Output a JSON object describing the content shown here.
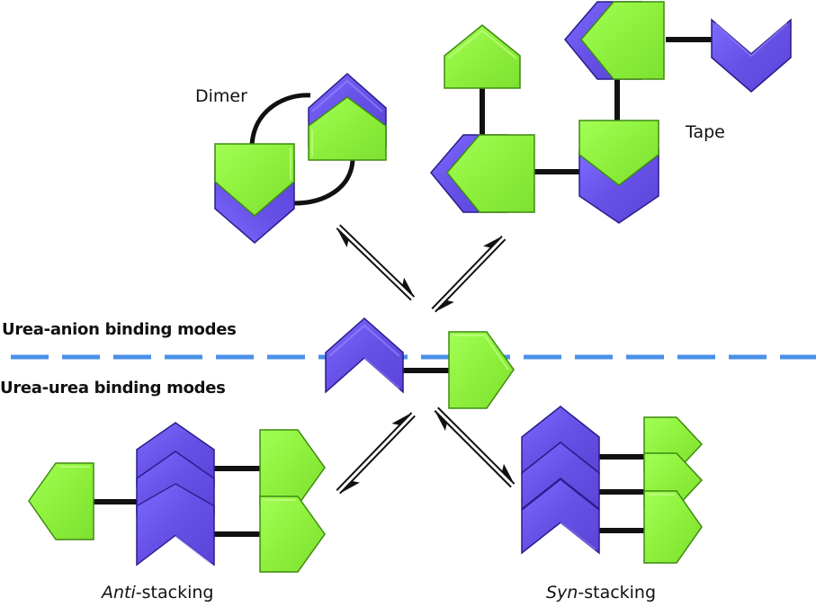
{
  "colors": {
    "anion_chevron": "#6650e6",
    "anion_chevron_light": "#9a8cff",
    "anion_chevron_dark": "#2a1d8a",
    "urea_pentagon": "#8ef03c",
    "urea_pentagon_light": "#c4ff8a",
    "urea_pentagon_dark": "#3e8a10",
    "bond": "#111111",
    "divider": "#4a90e8",
    "arrow": "#111111"
  },
  "labels": {
    "dimer": "Dimer",
    "tape": "Tape",
    "urea_anion": "Urea-anion binding modes",
    "urea_urea": "Urea-urea binding modes",
    "anti_prefix": "Anti",
    "anti_suffix": "-stacking",
    "syn_prefix": "Syn",
    "syn_suffix": "-stacking"
  },
  "legend": {
    "chevron_icon": "anion-chevron-icon",
    "pentagon_icon": "urea-pentagon-icon",
    "equilibrium_icon": "equilibrium-arrow-icon"
  }
}
